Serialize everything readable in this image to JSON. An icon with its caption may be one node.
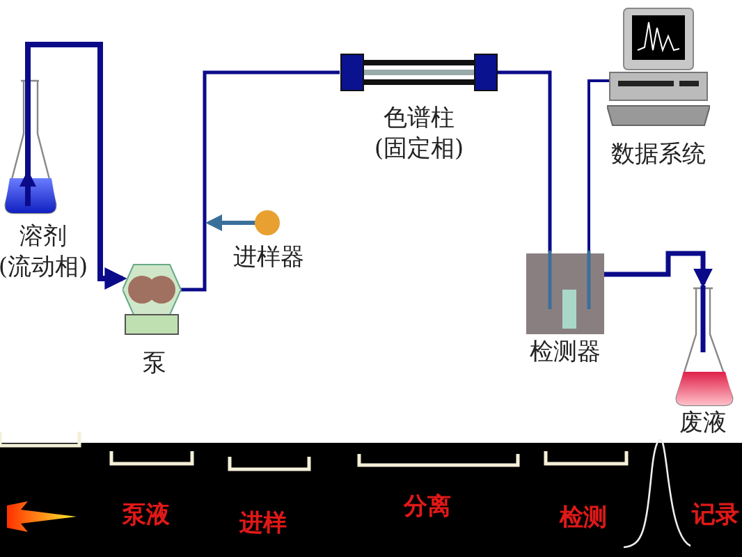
{
  "diagram": {
    "nodes": [
      {
        "text": [
          "溶剂(流动相)"
        ]
      },
      {
        "text": [
          "泵"
        ]
      },
      {
        "text": [
          "进样器"
        ]
      },
      {
        "text": [
          "色谱柱(固定相)"
        ]
      },
      {
        "text": [
          "检测器"
        ]
      },
      {
        "text": [
          "数据系统"
        ]
      },
      {
        "text": [
          "废液"
        ]
      }
    ],
    "edges": [
      {
        "from": 0,
        "to": 1,
        "arrow": "to"
      },
      {
        "from": 1,
        "to": 3,
        "arrow": "none"
      },
      {
        "from": 2,
        "to": null,
        "arrow": "to",
        "color": "#3a6f9a"
      },
      {
        "from": 3,
        "to": 4,
        "arrow": "none"
      },
      {
        "from": 5,
        "to": 4,
        "arrow": "none"
      },
      {
        "from": 4,
        "to": 6,
        "arrow": "to"
      }
    ],
    "labels": [
      "泵液",
      "进样",
      "分离",
      "检测",
      "记录"
    ]
  }
}
